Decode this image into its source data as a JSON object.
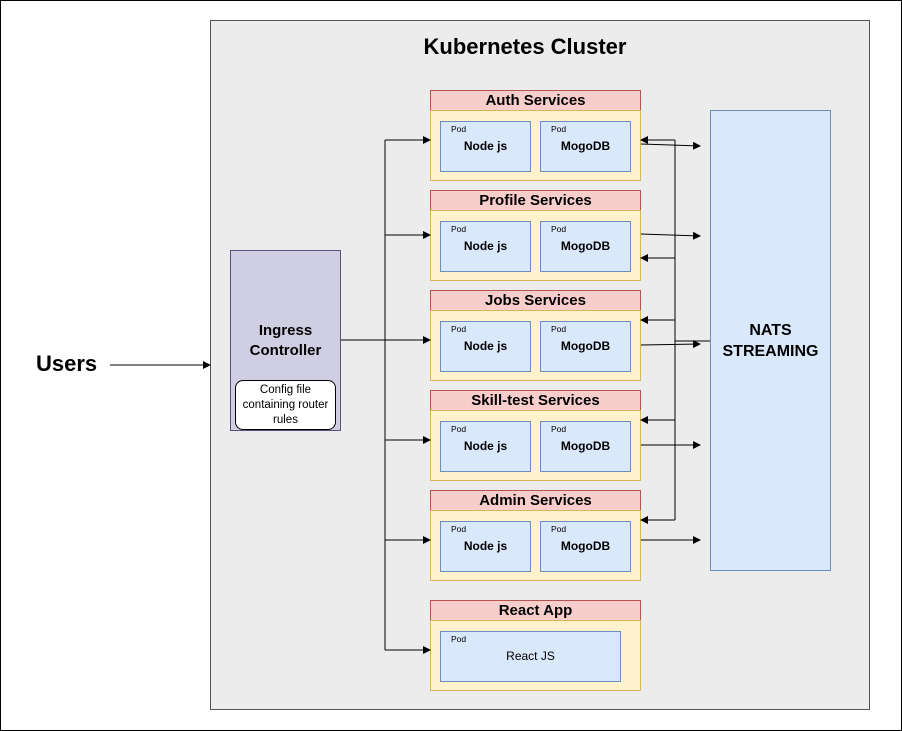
{
  "diagram": {
    "cluster_title": "Kubernetes Cluster",
    "users_label": "Users",
    "ingress": {
      "title": "Ingress Controller",
      "config_note": "Config file containing router rules"
    },
    "pod_tag": "Pod",
    "services": [
      {
        "title": "Auth Services",
        "pods": [
          "Node js",
          "MogoDB"
        ]
      },
      {
        "title": "Profile Services",
        "pods": [
          "Node js",
          "MogoDB"
        ]
      },
      {
        "title": "Jobs Services",
        "pods": [
          "Node js",
          "MogoDB"
        ]
      },
      {
        "title": "Skill-test Services",
        "pods": [
          "Node js",
          "MogoDB"
        ]
      },
      {
        "title": "Admin Services",
        "pods": [
          "Node js",
          "MogoDB"
        ]
      }
    ],
    "react_app": {
      "title": "React App",
      "pod": "React JS"
    },
    "nats": {
      "title": "NATS STREAMING"
    },
    "colors": {
      "cluster_bg": "#ececec",
      "ingress_bg": "#d0cee2",
      "service_header": "#f8cecc",
      "service_body": "#fff2cc",
      "pod_bg": "#dae8fc"
    }
  }
}
